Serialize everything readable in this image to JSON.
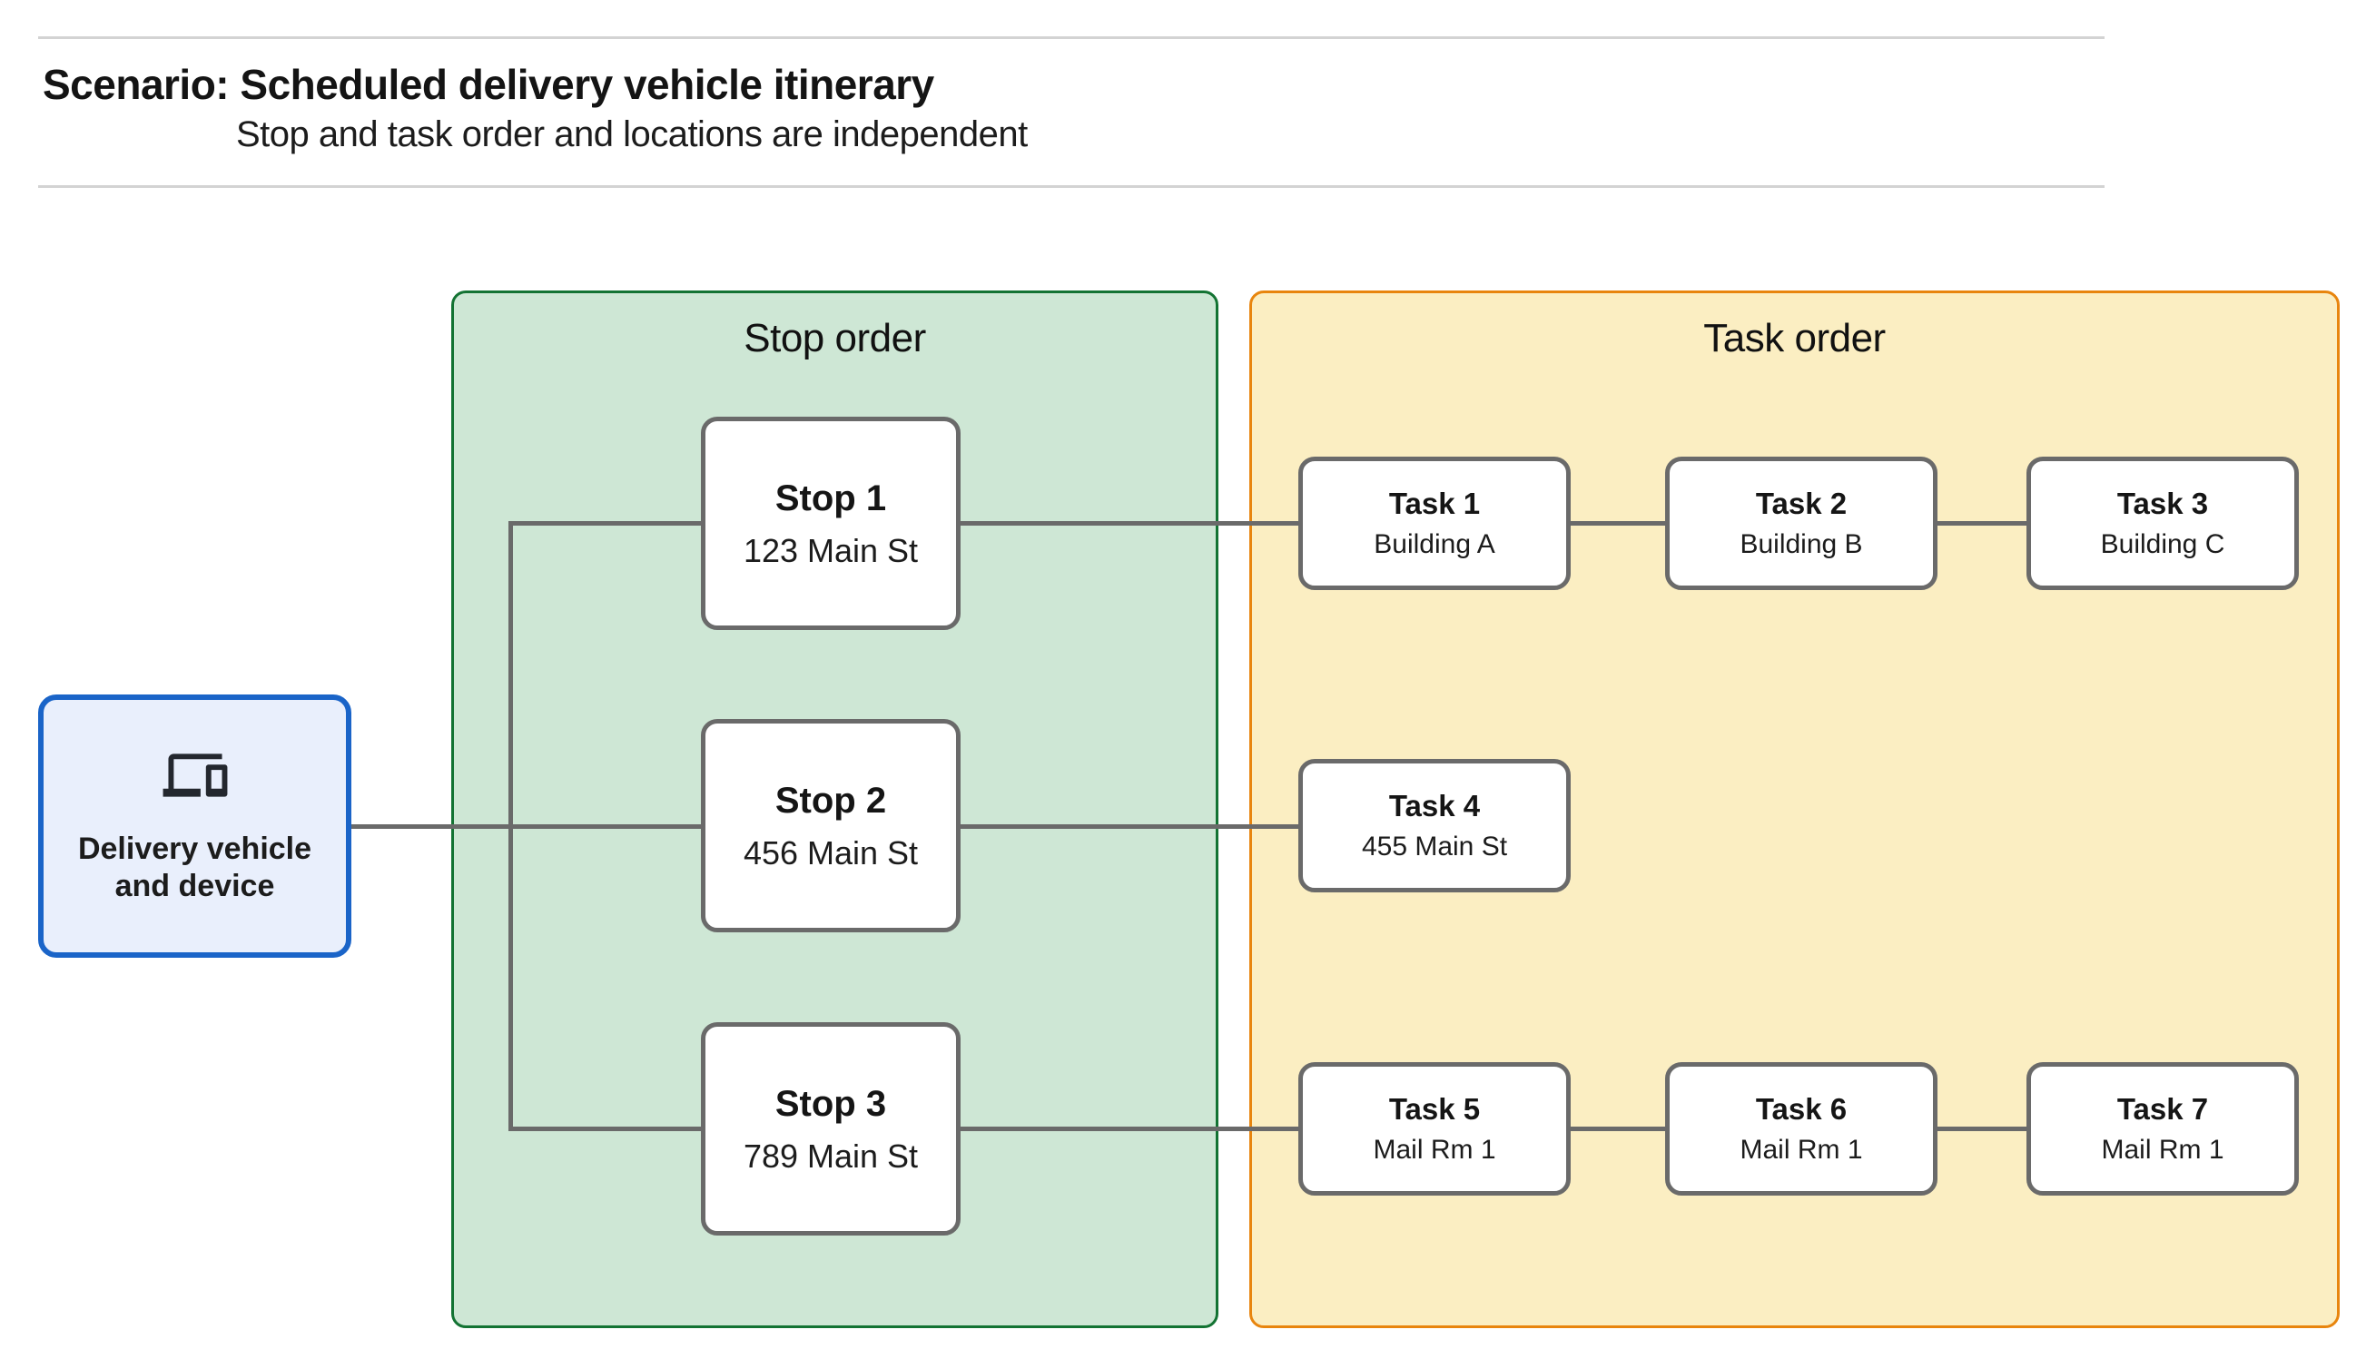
{
  "header": {
    "title": "Scenario: Scheduled delivery vehicle itinerary",
    "subtitle": "Stop and task order and locations are independent"
  },
  "vehicle": {
    "label": "Delivery vehicle and device",
    "icon": "devices-icon"
  },
  "stop_panel": {
    "title": "Stop order",
    "stops": [
      {
        "name": "Stop 1",
        "location": "123 Main St"
      },
      {
        "name": "Stop 2",
        "location": "456 Main St"
      },
      {
        "name": "Stop 3",
        "location": "789 Main St"
      }
    ]
  },
  "task_panel": {
    "title": "Task order",
    "rows": [
      [
        {
          "name": "Task 1",
          "location": "Building A"
        },
        {
          "name": "Task 2",
          "location": "Building B"
        },
        {
          "name": "Task 3",
          "location": "Building C"
        }
      ],
      [
        {
          "name": "Task 4",
          "location": "455 Main St"
        }
      ],
      [
        {
          "name": "Task 5",
          "location": "Mail Rm 1"
        },
        {
          "name": "Task 6",
          "location": "Mail Rm 1"
        },
        {
          "name": "Task 7",
          "location": "Mail Rm 1"
        }
      ]
    ]
  },
  "colors": {
    "stop_panel_fill": "#cee7d5",
    "stop_panel_border": "#137333",
    "task_panel_fill": "#fbeec2",
    "task_panel_border": "#e8850e",
    "vehicle_fill": "#e9effc",
    "vehicle_border": "#1a64c8",
    "connector": "#6a6a6a",
    "node_border": "#6a6a6a",
    "divider": "#d3d3d3"
  }
}
